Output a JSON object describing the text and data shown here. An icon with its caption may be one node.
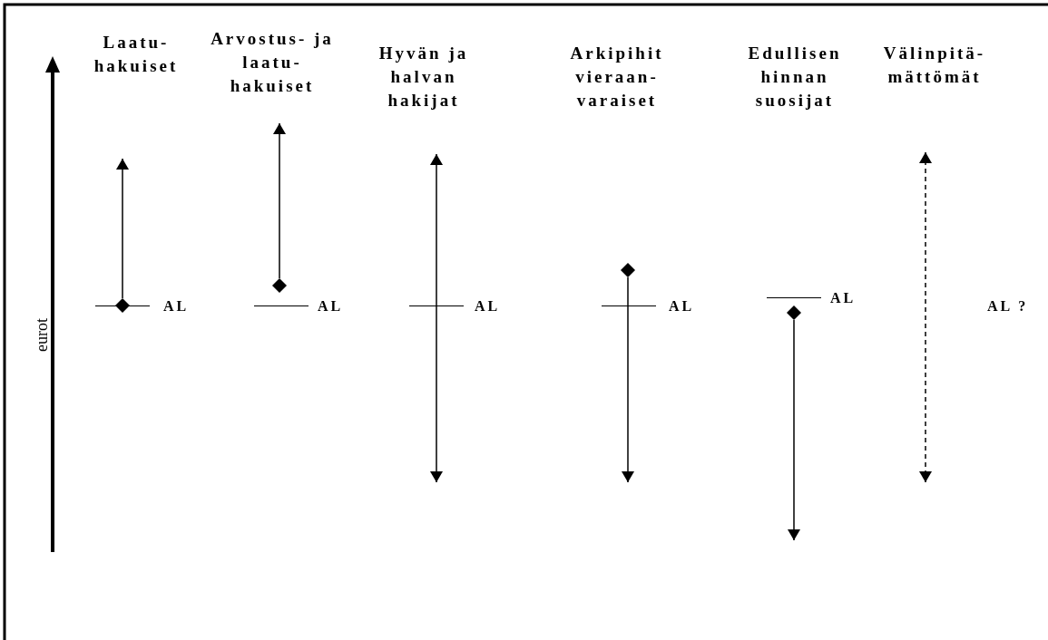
{
  "diagram": {
    "nodes": [
      {
        "text": [
          "AL"
        ]
      },
      {
        "text": [],
        "shape": "diamond"
      },
      {
        "text": [
          "AL"
        ]
      },
      {
        "text": [],
        "shape": "diamond"
      },
      {
        "text": [
          "AL"
        ]
      },
      {
        "text": [
          "AL"
        ]
      },
      {
        "text": [],
        "shape": "diamond"
      },
      {
        "text": [
          "AL"
        ]
      },
      {
        "text": [],
        "shape": "diamond"
      },
      {
        "text": [
          "AL ?"
        ]
      }
    ],
    "edges": [
      {
        "from": 1,
        "to": null,
        "arrow": "to"
      },
      {
        "from": 3,
        "to": null,
        "arrow": "to"
      },
      {
        "from": 4,
        "to": null,
        "arrow": "to"
      },
      {
        "from": 4,
        "to": null,
        "arrow": "to"
      },
      {
        "from": 6,
        "to": null,
        "arrow": "to"
      },
      {
        "from": 8,
        "to": null,
        "arrow": "to"
      }
    ],
    "labels": [
      "Laatu- hakuiset",
      "Arvostus- ja laatu- hakuiset",
      "Hyvän ja halvan hakijat",
      "Arkipihit vieraan- varaiset",
      "Edullisen hinnan suosijat",
      "Välinpitä- mättömät",
      "eurot"
    ]
  }
}
